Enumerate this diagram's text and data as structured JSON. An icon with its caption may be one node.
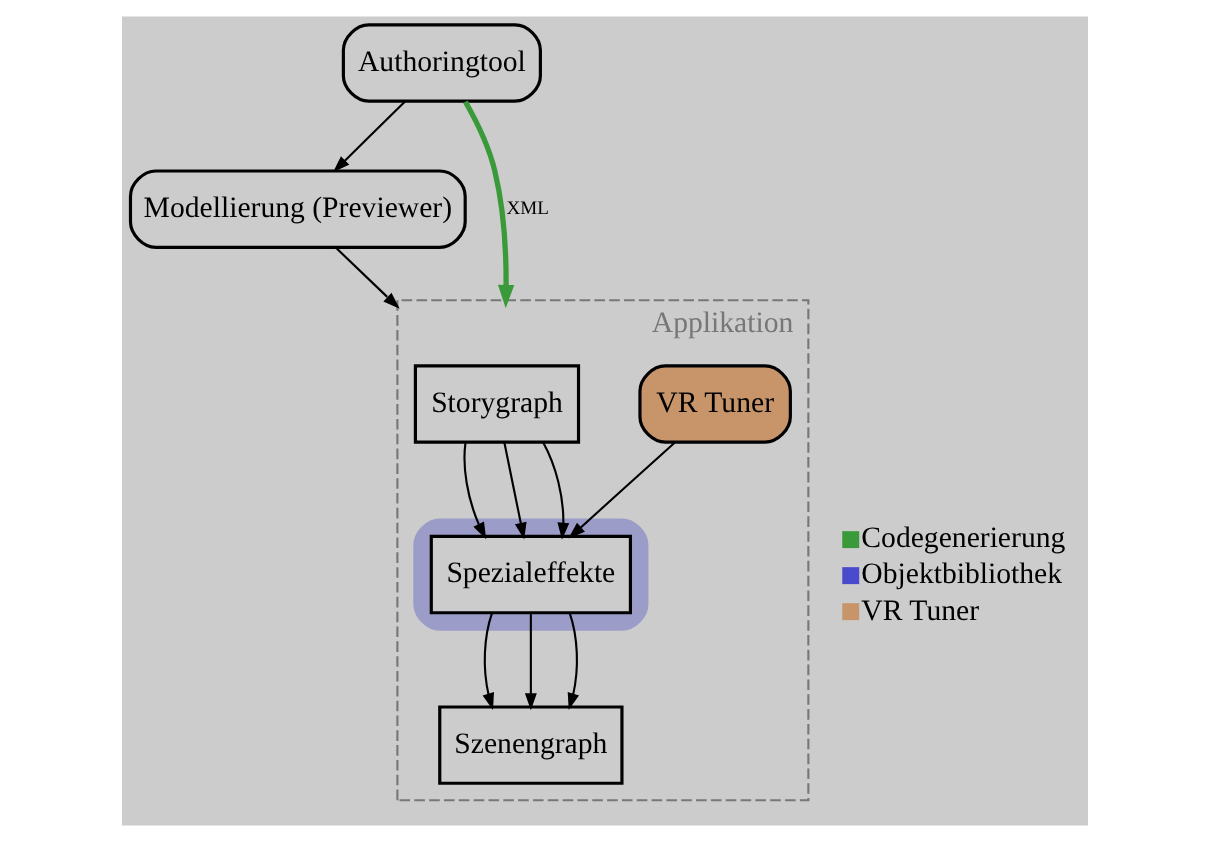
{
  "diagram": {
    "nodes": [
      {
        "text": [
          "Authoringtool"
        ]
      },
      {
        "text": [
          "Modellierung (Previewer)"
        ]
      },
      {
        "text": [
          "Applikation"
        ]
      },
      {
        "text": [
          "Storygraph"
        ],
        "in": 2
      },
      {
        "text": [],
        "shape": "ellipse",
        "in": 2
      },
      {
        "text": [
          "Spezialeffekte"
        ],
        "in": 4
      },
      {
        "text": [
          "Szenengraph"
        ],
        "in": 2
      },
      {
        "text": [
          "VR Tuner"
        ],
        "in": 2
      }
    ],
    "edges": [
      {
        "from": 0,
        "to": 2,
        "arrow": "to",
        "label": "XML",
        "style": "thick",
        "color": "#3a9a3a"
      },
      {
        "from": 0,
        "to": 1,
        "arrow": "to"
      },
      {
        "from": 1,
        "to": 2,
        "arrow": "to"
      },
      {
        "from": 3,
        "to": 5,
        "arrow": "to"
      },
      {
        "from": 3,
        "to": 5,
        "arrow": "to"
      },
      {
        "from": 3,
        "to": 5,
        "arrow": "to"
      },
      {
        "from": 5,
        "to": 6,
        "arrow": "to"
      },
      {
        "from": 5,
        "to": 6,
        "arrow": "to"
      },
      {
        "from": 5,
        "to": 6,
        "arrow": "to"
      },
      {
        "from": 7,
        "to": 5,
        "arrow": "to"
      }
    ],
    "legend": [
      {
        "text": "Codegenerierung",
        "color": "#3a9a3a"
      },
      {
        "text": "Objektbibliothek",
        "color": "#4a4acc"
      },
      {
        "text": "VR Tuner",
        "color": "#c8956a"
      }
    ]
  }
}
